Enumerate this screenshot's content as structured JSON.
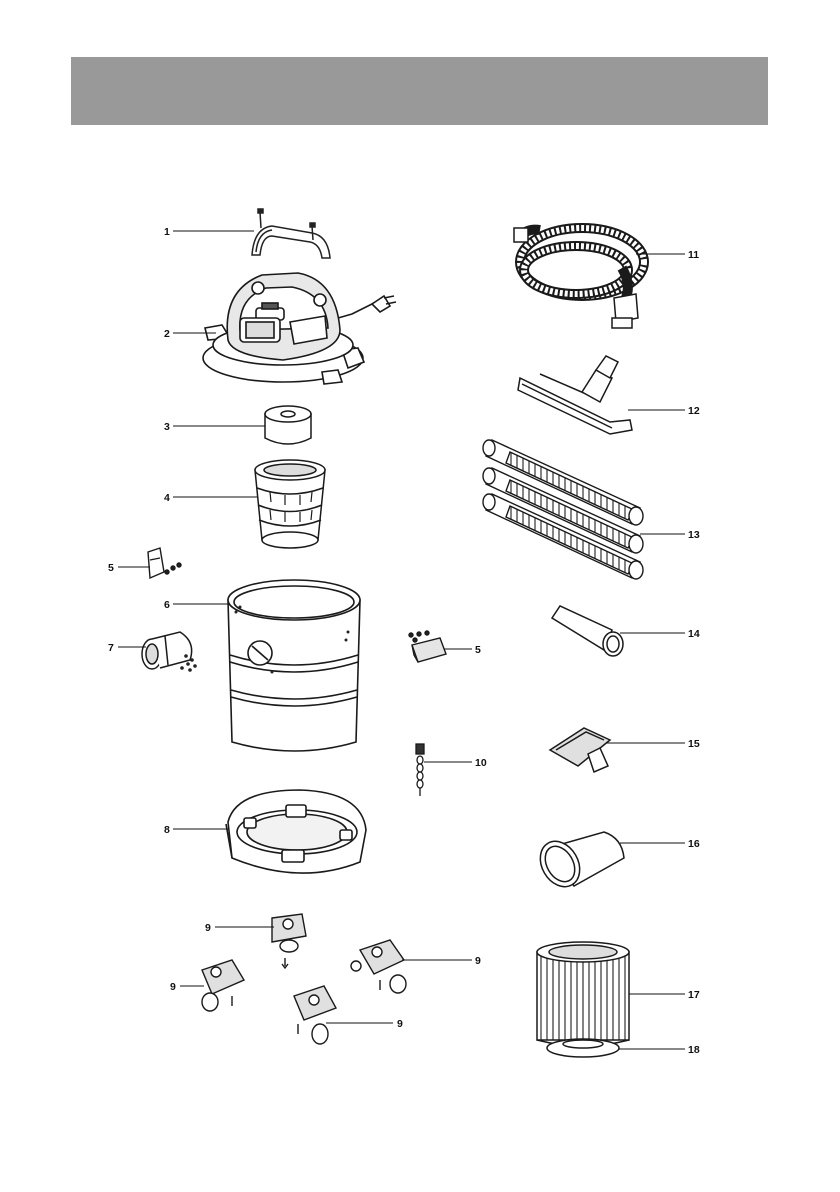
{
  "header": {
    "title": ""
  },
  "parts": [
    {
      "number": "1"
    },
    {
      "number": "2"
    },
    {
      "number": "3"
    },
    {
      "number": "4"
    },
    {
      "number": "5"
    },
    {
      "number": "6"
    },
    {
      "number": "7"
    },
    {
      "number": "5"
    },
    {
      "number": "10"
    },
    {
      "number": "8"
    },
    {
      "number": "9"
    },
    {
      "number": "9"
    },
    {
      "number": "9"
    },
    {
      "number": "9"
    },
    {
      "number": "11"
    },
    {
      "number": "12"
    },
    {
      "number": "13"
    },
    {
      "number": "14"
    },
    {
      "number": "15"
    },
    {
      "number": "16"
    },
    {
      "number": "17"
    },
    {
      "number": "18"
    }
  ]
}
